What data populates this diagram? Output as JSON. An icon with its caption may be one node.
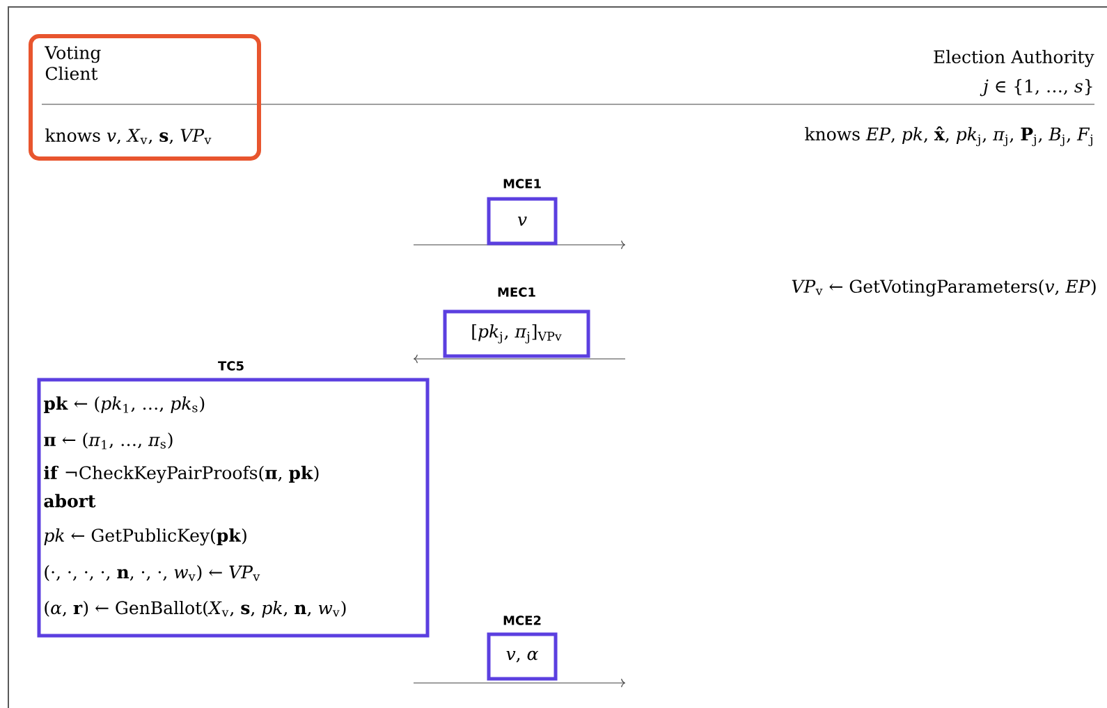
{
  "diagram": {
    "nodes": [
      {
        "text": [
          "Voting Client",
          "knows *v*, *X*$_{v}$, **s**, *VP*$_{v}$"
        ]
      },
      {
        "text": [
          "MCE1",
          "*v*"
        ]
      },
      {
        "text": [
          "MEC1",
          "[*pk*$_{j}$, *π*$_{j}$]$_{VPv}$"
        ]
      },
      {
        "text": [
          "TC5",
          "**pk** ← (*pk*$_{1}$, …, *pk*$_{s}$)",
          "**π** ← (*π*$_{1}$, …, *π*$_{s}$)",
          "**if** ¬CheckKeyPairProofs(**π**, **pk**)",
          "**abort**",
          "*pk* ← GetPublicKey(**pk**)",
          "(·, ·, ·, ·, **n**, ·, ·, *w*$_{v}$) ← *VP*$_{v}$",
          "(*α*, **r**) ← GenBallot(*X*$_{v}$, **s**, *pk*, **n**, *w*$_{v}$)"
        ]
      },
      {
        "text": [
          "MCE2",
          "*v*, *α*"
        ]
      }
    ],
    "labels": [
      "Election Authority",
      "*j* ∈ {1, …, *s*}",
      "knows *EP*, *pk*, **x̂**, *pk*$_{j}$, *π*$_{j}$, **P**$_{j}$, *B*$_{j}$, *F*$_{j}$",
      "*VP*$_{v}$ ← GetVotingParameters(*v*, *EP*)"
    ]
  }
}
